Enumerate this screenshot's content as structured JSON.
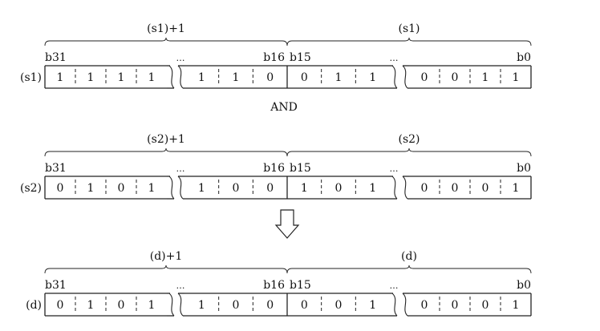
{
  "operator": "AND",
  "dots": "…",
  "rows": [
    {
      "name": "(s1)",
      "upper_label": "(s1)+1",
      "lower_label": "(s1)",
      "bit_labels": {
        "b31": "b31",
        "b16": "b16",
        "b15": "b15",
        "b0": "b0"
      },
      "upper_left": [
        "1",
        "1",
        "1",
        "1"
      ],
      "upper_right": [
        "1",
        "1",
        "0"
      ],
      "lower_left": [
        "0",
        "1",
        "1"
      ],
      "lower_right": [
        "0",
        "0",
        "1",
        "1"
      ]
    },
    {
      "name": "(s2)",
      "upper_label": "(s2)+1",
      "lower_label": "(s2)",
      "bit_labels": {
        "b31": "b31",
        "b16": "b16",
        "b15": "b15",
        "b0": "b0"
      },
      "upper_left": [
        "0",
        "1",
        "0",
        "1"
      ],
      "upper_right": [
        "1",
        "0",
        "0"
      ],
      "lower_left": [
        "1",
        "0",
        "1"
      ],
      "lower_right": [
        "0",
        "0",
        "0",
        "1"
      ]
    },
    {
      "name": "(d)",
      "upper_label": "(d)+1",
      "lower_label": "(d)",
      "bit_labels": {
        "b31": "b31",
        "b16": "b16",
        "b15": "b15",
        "b0": "b0"
      },
      "upper_left": [
        "0",
        "1",
        "0",
        "1"
      ],
      "upper_right": [
        "1",
        "0",
        "0"
      ],
      "lower_left": [
        "0",
        "0",
        "1"
      ],
      "lower_right": [
        "0",
        "0",
        "0",
        "1"
      ]
    }
  ]
}
